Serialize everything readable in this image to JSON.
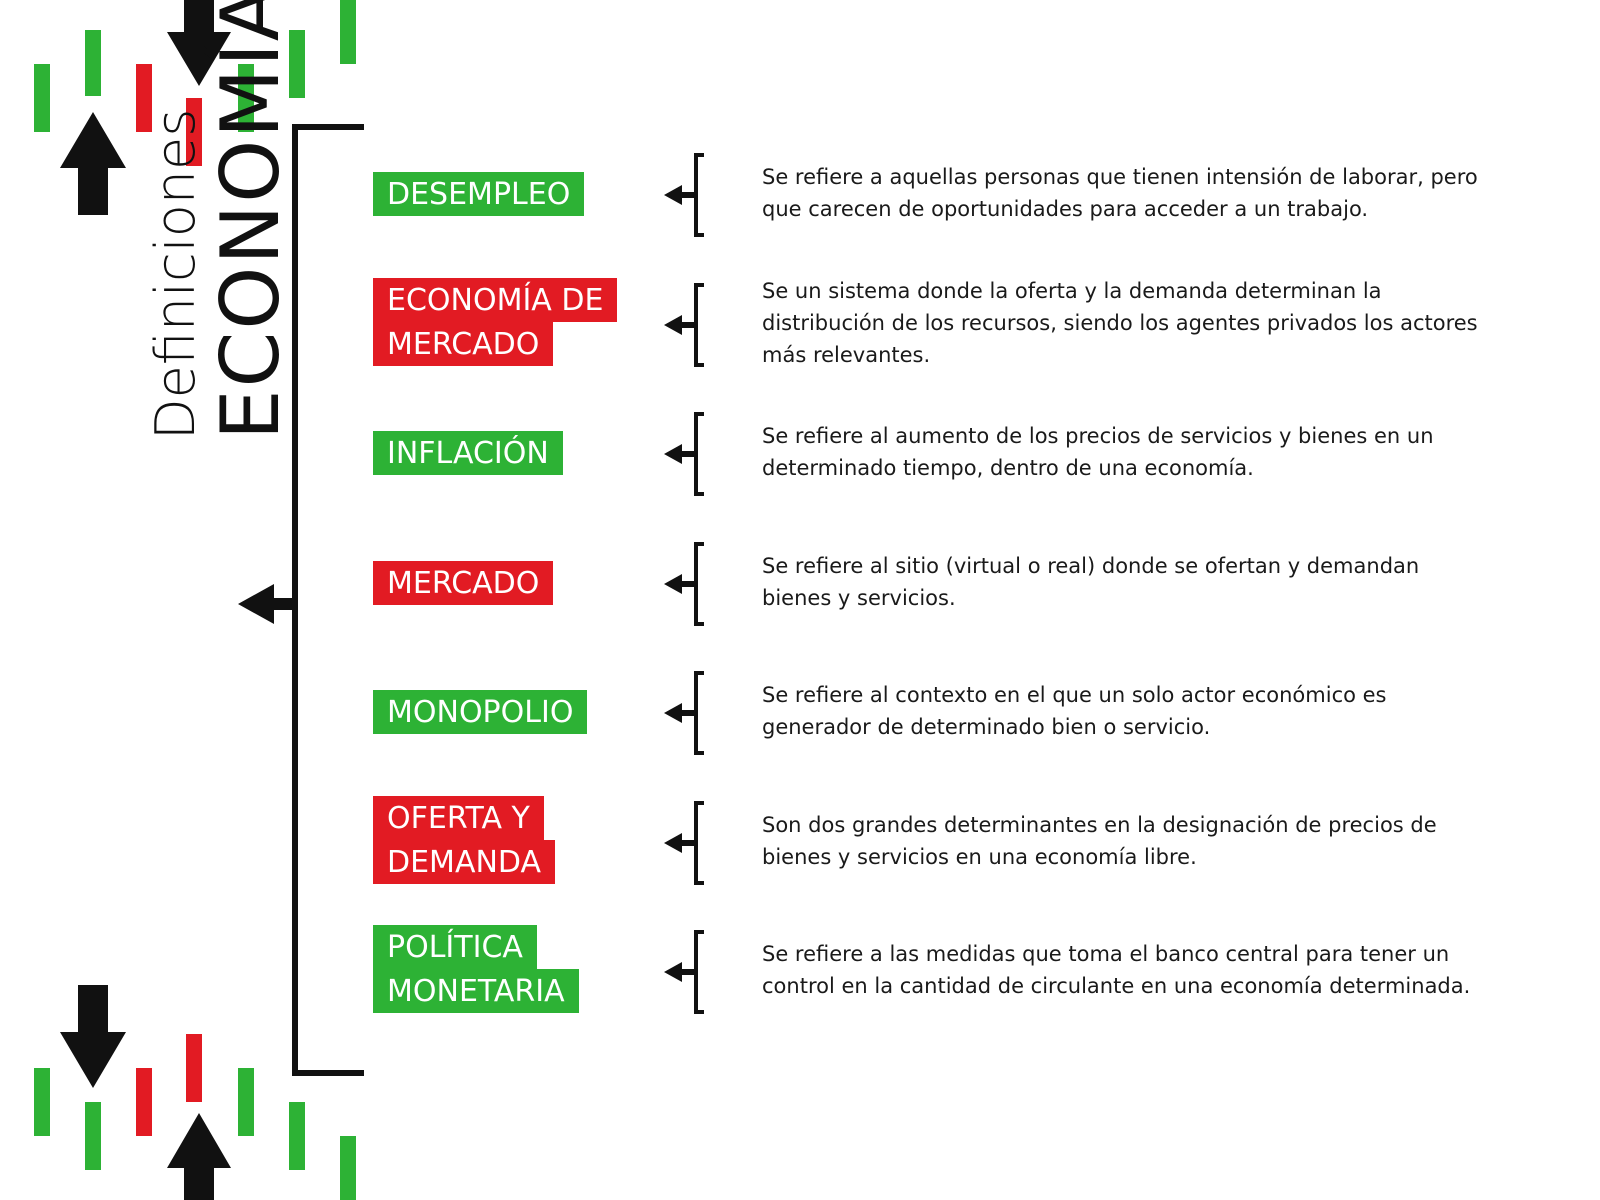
{
  "diagram": {
    "subtitle": "Definiciones",
    "title": "ECONOMÍA",
    "colors": {
      "green": "#2db235",
      "red": "#e21b23",
      "black": "#111111"
    },
    "items": [
      {
        "term_lines": [
          "DESEMPLEO"
        ],
        "color": "green",
        "definition": "Se refiere a aquellas personas que tienen intensión de laborar, pero que carecen de oportunidades para acceder a un trabajo."
      },
      {
        "term_lines": [
          "ECONOMÍA DE",
          "MERCADO"
        ],
        "color": "red",
        "definition": "Se un sistema donde la oferta y la demanda determinan la distribución de los recursos, siendo los agentes privados los actores más relevantes."
      },
      {
        "term_lines": [
          "INFLACIÓN"
        ],
        "color": "green",
        "definition": "Se refiere al aumento de los precios de servicios y bienes en un determinado tiempo, dentro de una economía."
      },
      {
        "term_lines": [
          "MERCADO"
        ],
        "color": "red",
        "definition": "Se refiere al sitio (virtual o real) donde se ofertan y demandan bienes y servicios."
      },
      {
        "term_lines": [
          "MONOPOLIO"
        ],
        "color": "green",
        "definition": "Se refiere al contexto en el que un solo actor económico es generador de determinado bien o servicio."
      },
      {
        "term_lines": [
          "OFERTA Y",
          "DEMANDA"
        ],
        "color": "red",
        "definition": "Son dos grandes determinantes en la designación de precios de bienes y servicios en una economía libre."
      },
      {
        "term_lines": [
          "POLÍTICA",
          "MONETARIA"
        ],
        "color": "green",
        "definition": "Se refiere a las medidas que toma el banco central para tener un control en la cantidad de circulante en una economía determinada."
      }
    ]
  }
}
